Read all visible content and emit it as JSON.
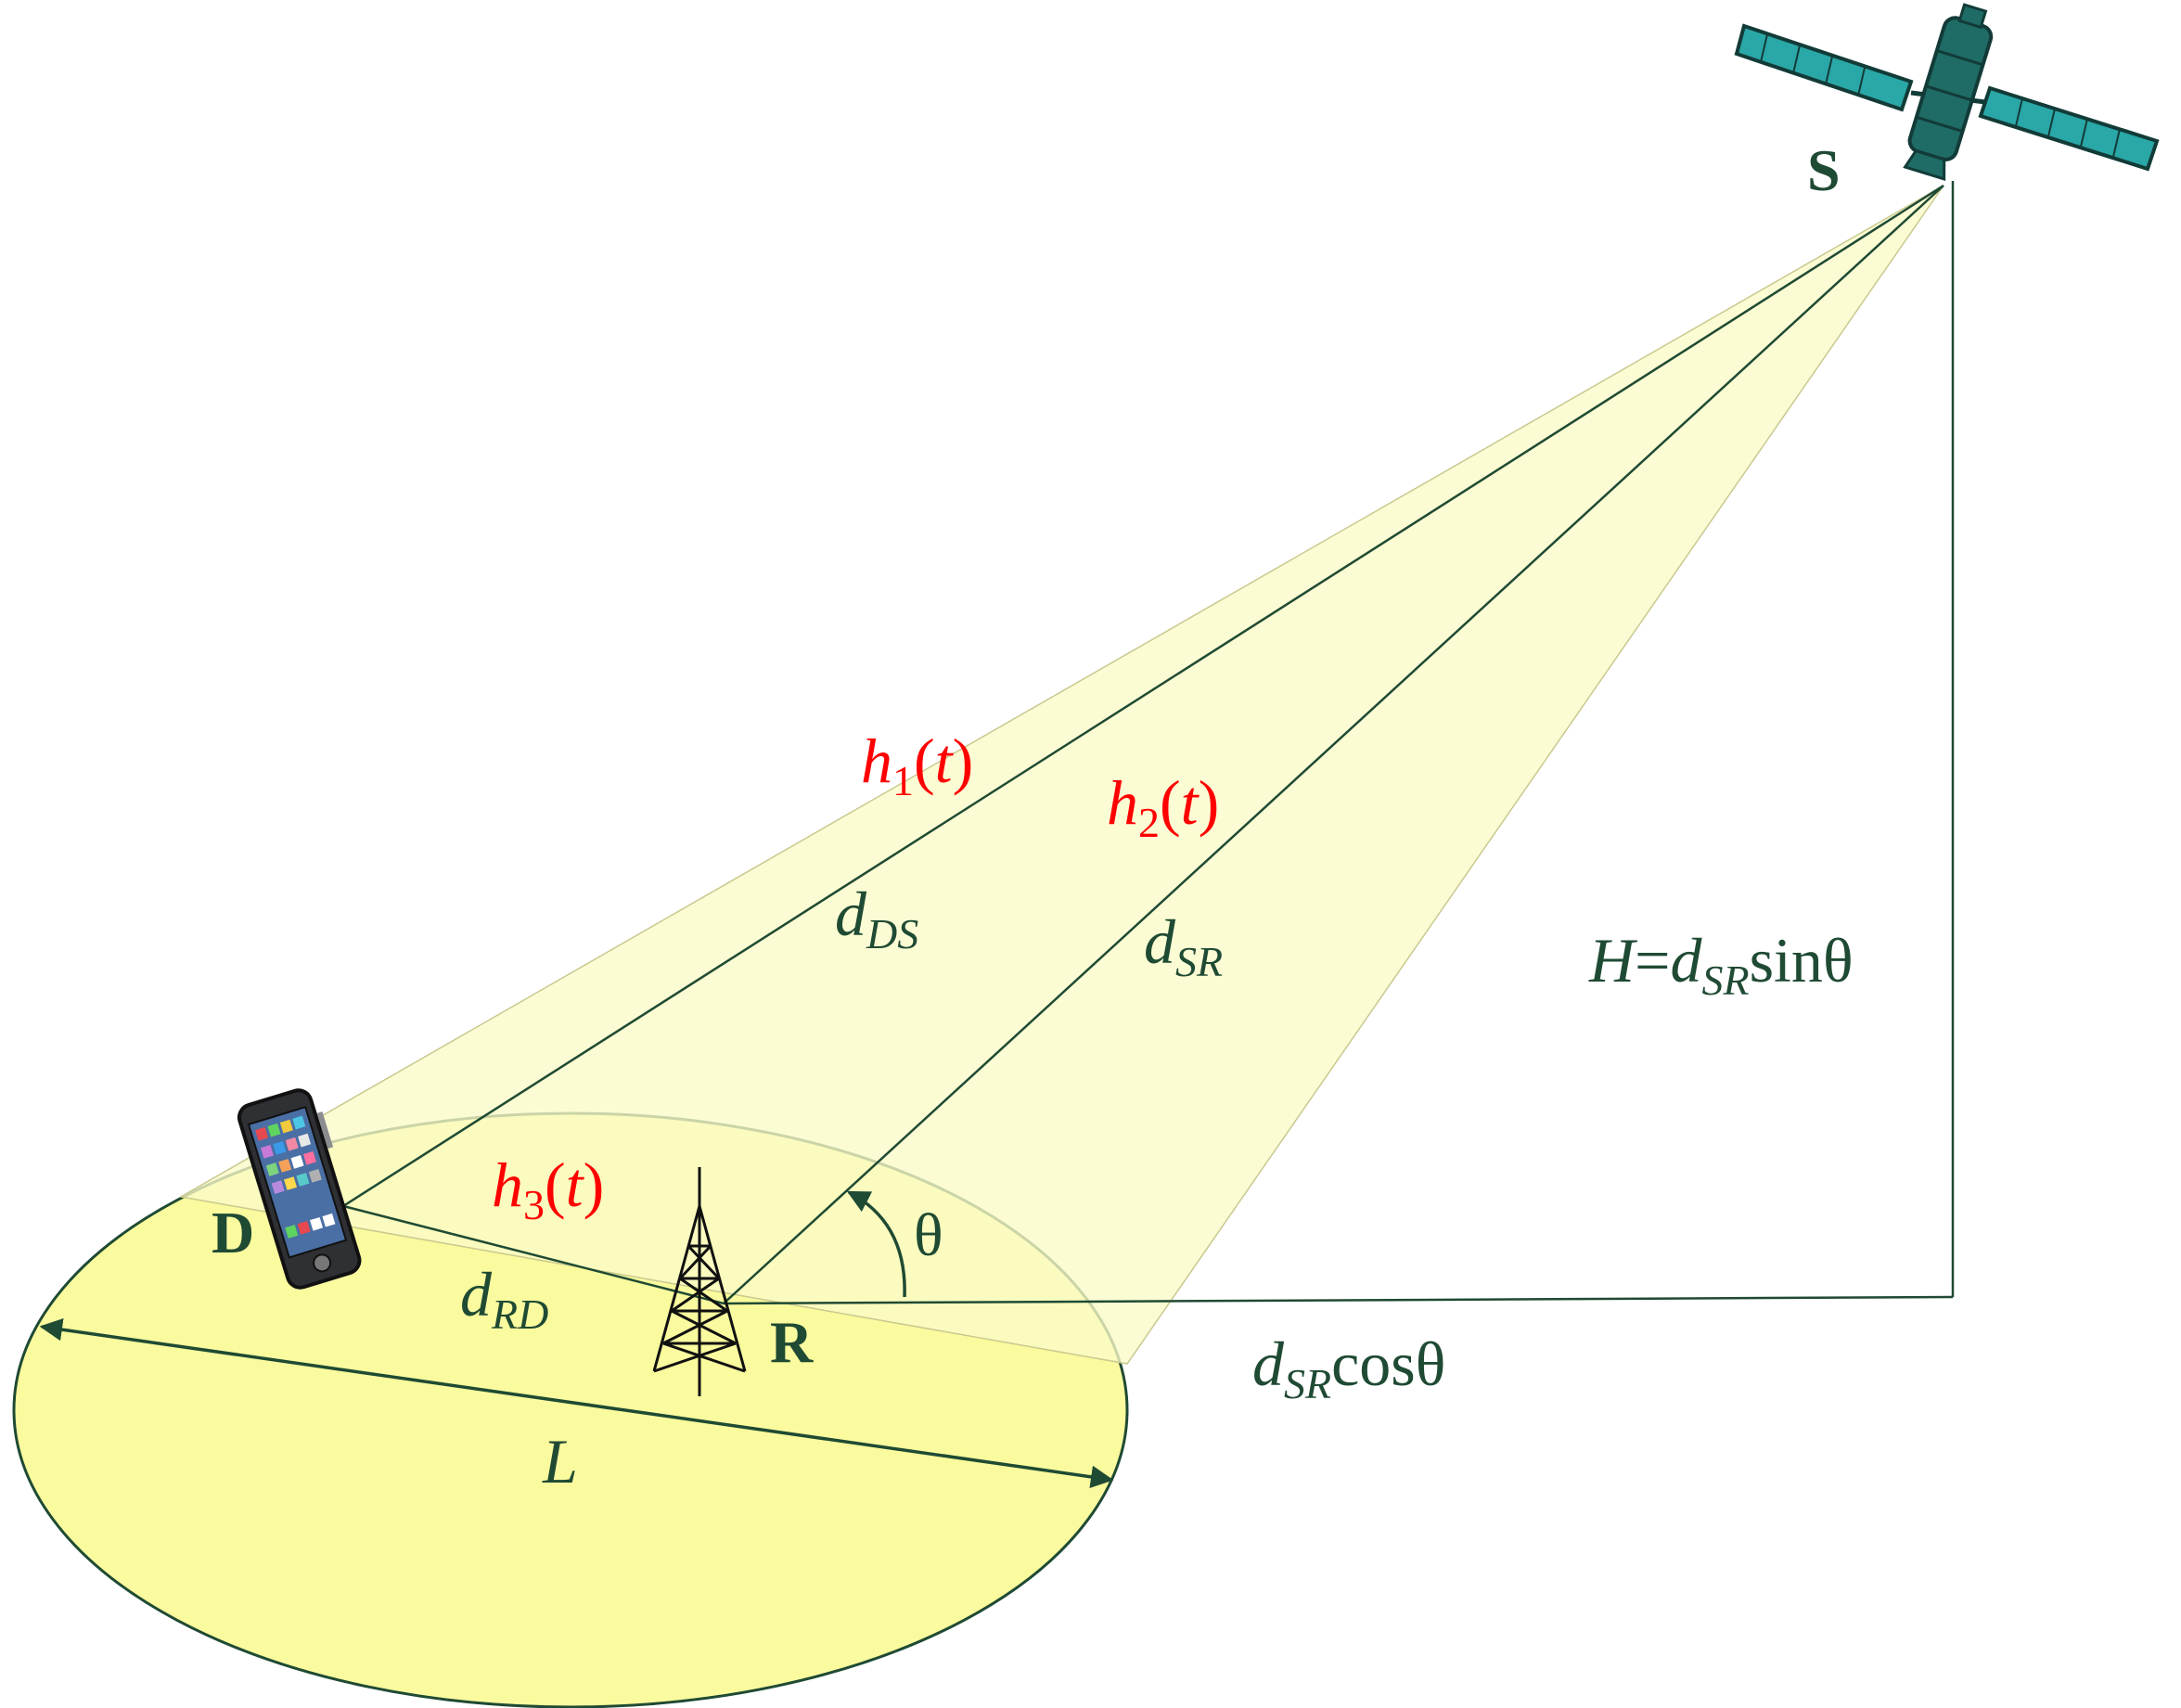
{
  "nodes": {
    "satellite": "S",
    "destination": "D",
    "relay": "R"
  },
  "channels": {
    "h1": {
      "symbol": "h",
      "index": "1",
      "open": "(",
      "arg": "t",
      "close": ")"
    },
    "h2": {
      "symbol": "h",
      "index": "2",
      "open": "(",
      "arg": "t",
      "close": ")"
    },
    "h3": {
      "symbol": "h",
      "index": "3",
      "open": "(",
      "arg": "t",
      "close": ")"
    }
  },
  "distances": {
    "dDS": {
      "symbol": "d",
      "sub": "DS"
    },
    "dSR": {
      "symbol": "d",
      "sub": "SR"
    },
    "dRD": {
      "symbol": "d",
      "sub": "RD"
    }
  },
  "height": {
    "lhs": "H",
    "eq": "=",
    "symbol": "d",
    "sub": "SR",
    "func": "sin",
    "angle": "θ"
  },
  "ground": {
    "symbol": "d",
    "sub": "SR",
    "func": "cos",
    "angle": "θ"
  },
  "angle_label": "θ",
  "coverage_label": "L",
  "colors": {
    "text_dark": "#1f4a33",
    "channel_red": "#ff0000",
    "beam_fill": "#fbfbc8",
    "ellipse_fill": "#fafa9e",
    "line": "#1f4a33",
    "satellite_body": "#1f6b66",
    "solar_panel": "#2aa7a7"
  }
}
